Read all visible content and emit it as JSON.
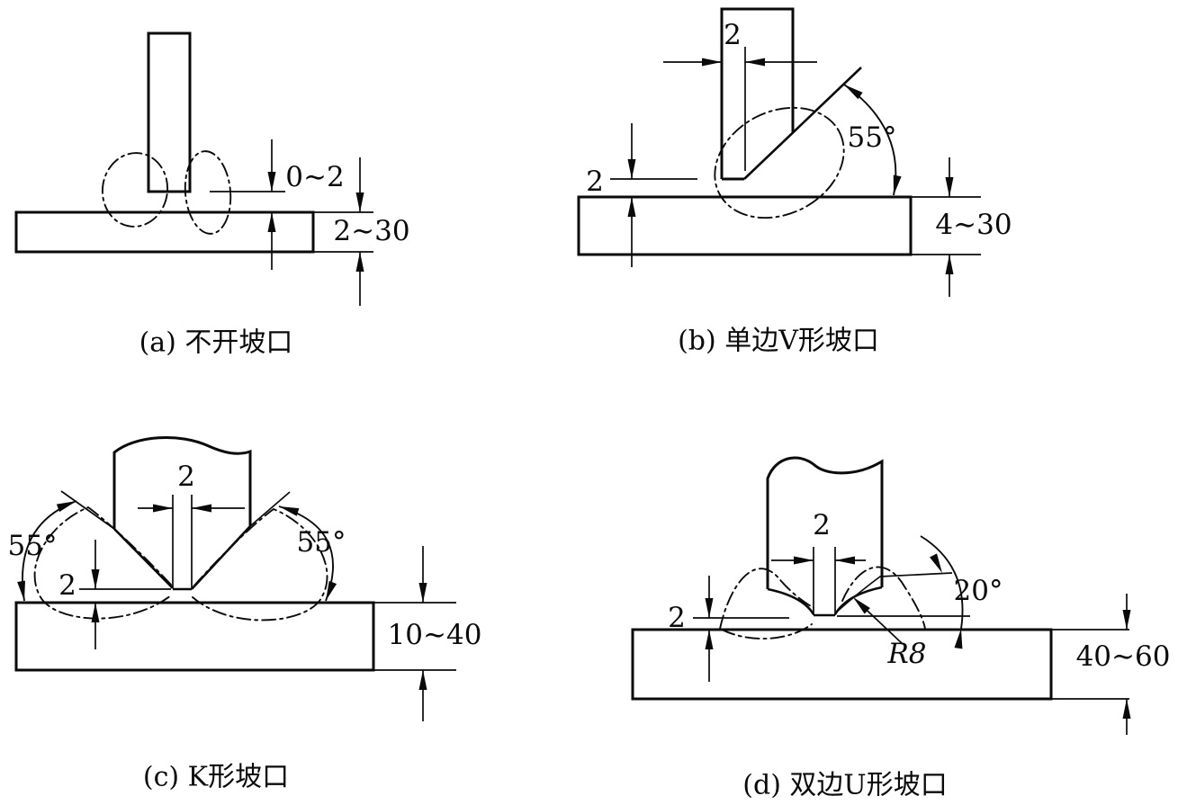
{
  "figure": {
    "background": "#ffffff",
    "line_color": "#0a0a0a",
    "panels": {
      "a": {
        "caption": "(a) 不开坡口",
        "gap": "0∼2",
        "thickness": "2∼30"
      },
      "b": {
        "caption": "(b) 单边V形坡口",
        "root_face": "2",
        "root_gap": "2",
        "bevel_angle": "55°",
        "thickness": "4∼30"
      },
      "c": {
        "caption": "(c) K形坡口",
        "angle_left": "55°",
        "angle_right": "55°",
        "root_face": "2",
        "root_gap": "2",
        "thickness": "10∼40"
      },
      "d": {
        "caption": "(d) 双边U形坡口",
        "root_face": "2",
        "root_gap": "2",
        "groove_angle": "20°",
        "radius": "R8",
        "thickness": "40∼60"
      }
    }
  }
}
